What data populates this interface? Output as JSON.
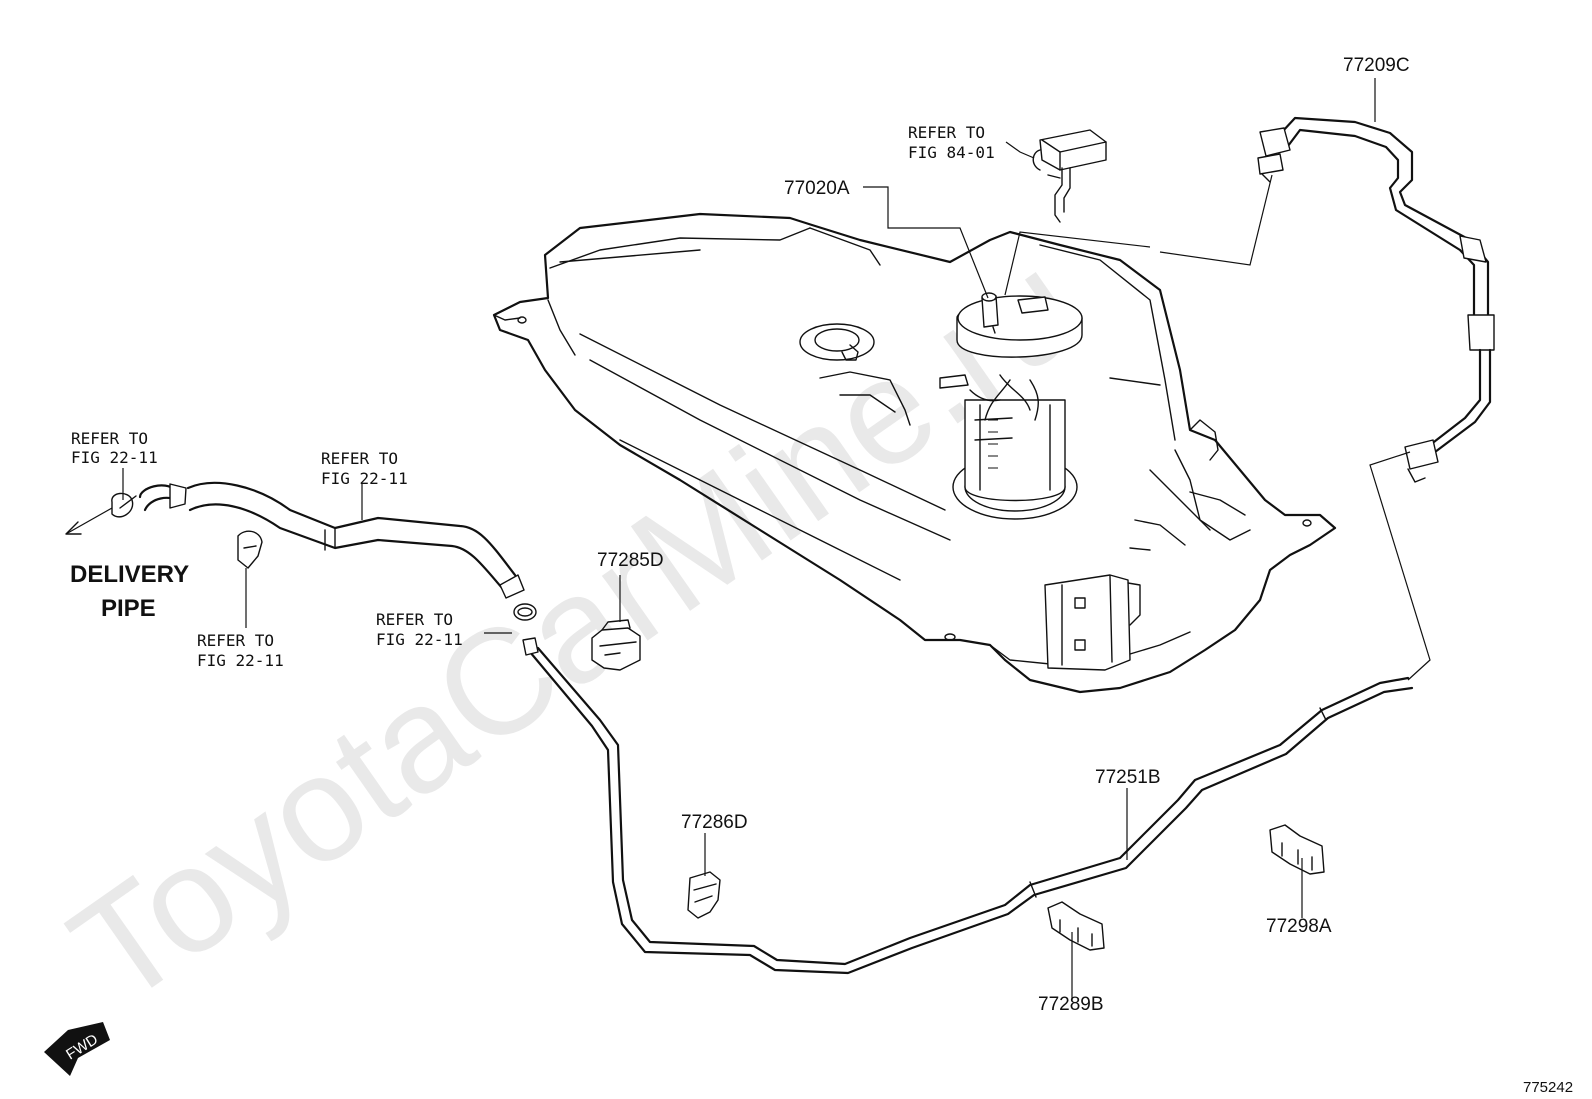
{
  "watermark": "ToyotaCarMine.ru",
  "labels": {
    "p77209c": "77209C",
    "p77020a": "77020A",
    "refer_84_line1": "REFER TO",
    "refer_84_line2": "FIG 84-01",
    "refer_a_line1": "REFER TO",
    "refer_a_line2": "FIG 22-11",
    "refer_b_line1": "REFER TO",
    "refer_b_line2": "FIG 22-11",
    "refer_c_line1": "REFER TO",
    "refer_c_line2": "FIG 22-11",
    "refer_d_line1": "REFER TO",
    "refer_d_line2": "FIG 22-11",
    "delivery_line1": "DELIVERY",
    "delivery_line2": "PIPE",
    "p77285d": "77285D",
    "p77286d": "77286D",
    "p77251b": "77251B",
    "p77289b": "77289B",
    "p77298a": "77298A",
    "fwd": "FWD",
    "figure_id": "775242"
  }
}
